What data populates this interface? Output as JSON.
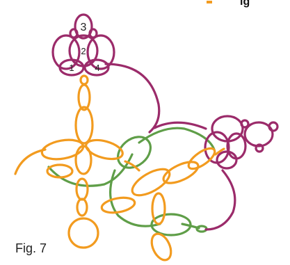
{
  "figure": {
    "caption": "Fig. 7",
    "cropped_top_text": "ig",
    "colors": {
      "purple": "#9b2b6a",
      "orange": "#f29b1f",
      "green": "#5f9e48"
    },
    "ring_labels": {
      "top": "3",
      "middle": "2",
      "left": "1",
      "right": "4"
    }
  }
}
